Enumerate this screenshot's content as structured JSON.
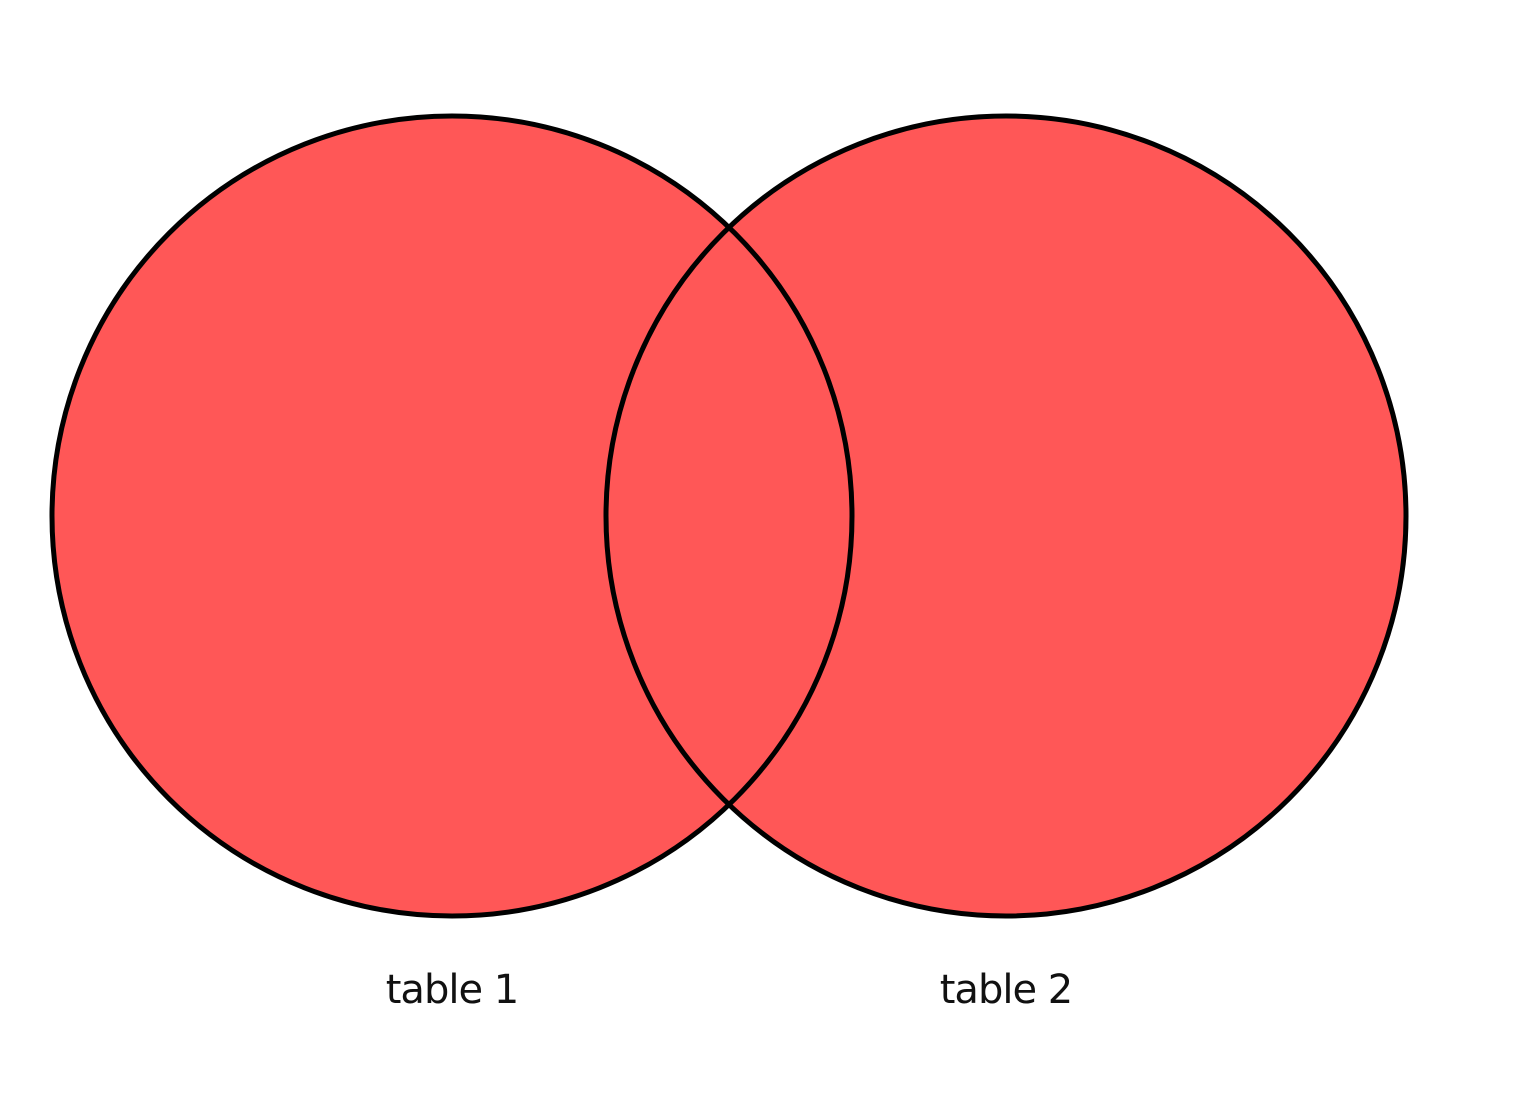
{
  "diagram": {
    "type": "venn",
    "sets": [
      {
        "label": "table 1"
      },
      {
        "label": "table 2"
      }
    ],
    "style": {
      "fill_color": "#ff5757",
      "stroke_color": "#000000",
      "label_color": "#111111",
      "background": "#ffffff"
    }
  }
}
